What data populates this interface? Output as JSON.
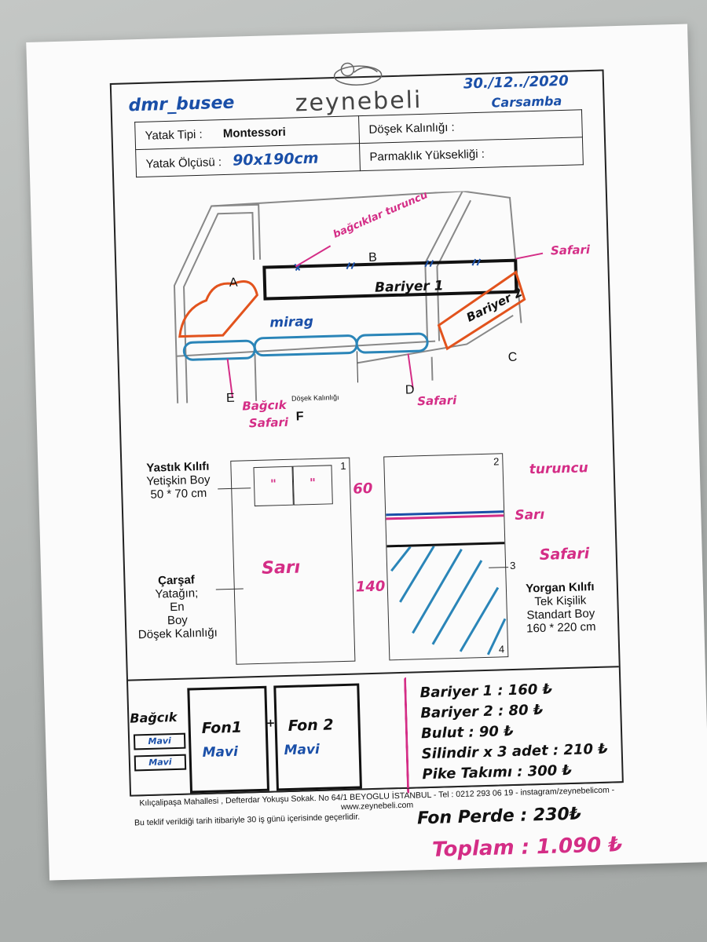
{
  "handwriting": {
    "username": "dmr_busee",
    "date": "30./12../2020",
    "day": "Carsamba"
  },
  "brand": {
    "name": "zeynebeli"
  },
  "form": {
    "bed_type_label": "Yatak Tipi :",
    "bed_type_value": "Montessori",
    "mattress_thickness_label": "Döşek Kalınlığı :",
    "bed_size_label": "Yatak Ölçüsü :",
    "bed_size_value": "90x190cm",
    "rail_height_label": "Parmaklık Yüksekliği :"
  },
  "diagram": {
    "labels": {
      "a": "A",
      "b": "B",
      "c": "C",
      "d": "D",
      "e": "E",
      "f": "F"
    },
    "mattress_label": "Döşek Kalınlığı",
    "notes": {
      "bagcik_turuncu": "bağcıklar turuncu",
      "safari_top": "Safari",
      "bariyer1": "Bariyer 1",
      "bariyer2": "Bariyer 2",
      "mirag": "mirag",
      "bagcik_safari_1": "Bağcık",
      "bagcik_safari_2": "Safari",
      "safari_bottom": "Safari"
    }
  },
  "sheets": {
    "pillow_title": "Yastık Kılıfı",
    "pillow_sub1": "Yetişkin Boy",
    "pillow_sub2": "50 * 70 cm",
    "pillow_marks": [
      "\"",
      "\""
    ],
    "sheet_title": "Çarşaf",
    "sheet_lines": [
      "Yatağın;",
      "En",
      "Boy",
      "Döşek Kalınlığı"
    ],
    "box1_number": "1",
    "box1_note": "Sarı",
    "box2_number": "2",
    "box3_number": "3",
    "box4_number": "4",
    "note_turuncu": "turuncu",
    "note_sari": "Sarı",
    "note_safari": "Safari",
    "dim_60": "60",
    "dim_140": "140",
    "quilt_title": "Yorgan Kılıfı",
    "quilt_sub1": "Tek Kişilik",
    "quilt_sub2": "Standart Boy",
    "quilt_sub3": "160 * 220 cm"
  },
  "bottom": {
    "bagcik": "Bağcık",
    "bagcik_tag1": "Mavi",
    "bagcik_tag2": "Mavi",
    "fon1": "Fon1",
    "fon2": "Fon 2",
    "fon1_color": "Mavi",
    "fon2_color": "Mavi",
    "plus": "+",
    "prices": [
      "Bariyer 1 : 160 ₺",
      "Bariyer 2 : 80 ₺",
      "Bulut : 90 ₺",
      "Silindir x 3 adet : 210 ₺",
      "Pike Takımı : 300 ₺"
    ],
    "fon_perde": "Fon Perde : 230₺",
    "total": "Toplam : 1.090 ₺"
  },
  "footer": {
    "address": "Kılıçalipaşa Mahallesi , Defterdar Yokuşu Sokak. No 64/1 BEYOGLU İSTANBUL - Tel : 0212 293 06 19 - instagram/zeynebelicom -www.zeynebeli.com",
    "validity": "Bu teklif verildiği tarih itibariyle 30 iş günü içerisinde geçerlidir."
  },
  "colors": {
    "pen_blue": "#1a4fa8",
    "pen_pink": "#d42d86",
    "pen_orange": "#e2531d",
    "pen_black": "#111111",
    "teal": "#2a85b8"
  }
}
